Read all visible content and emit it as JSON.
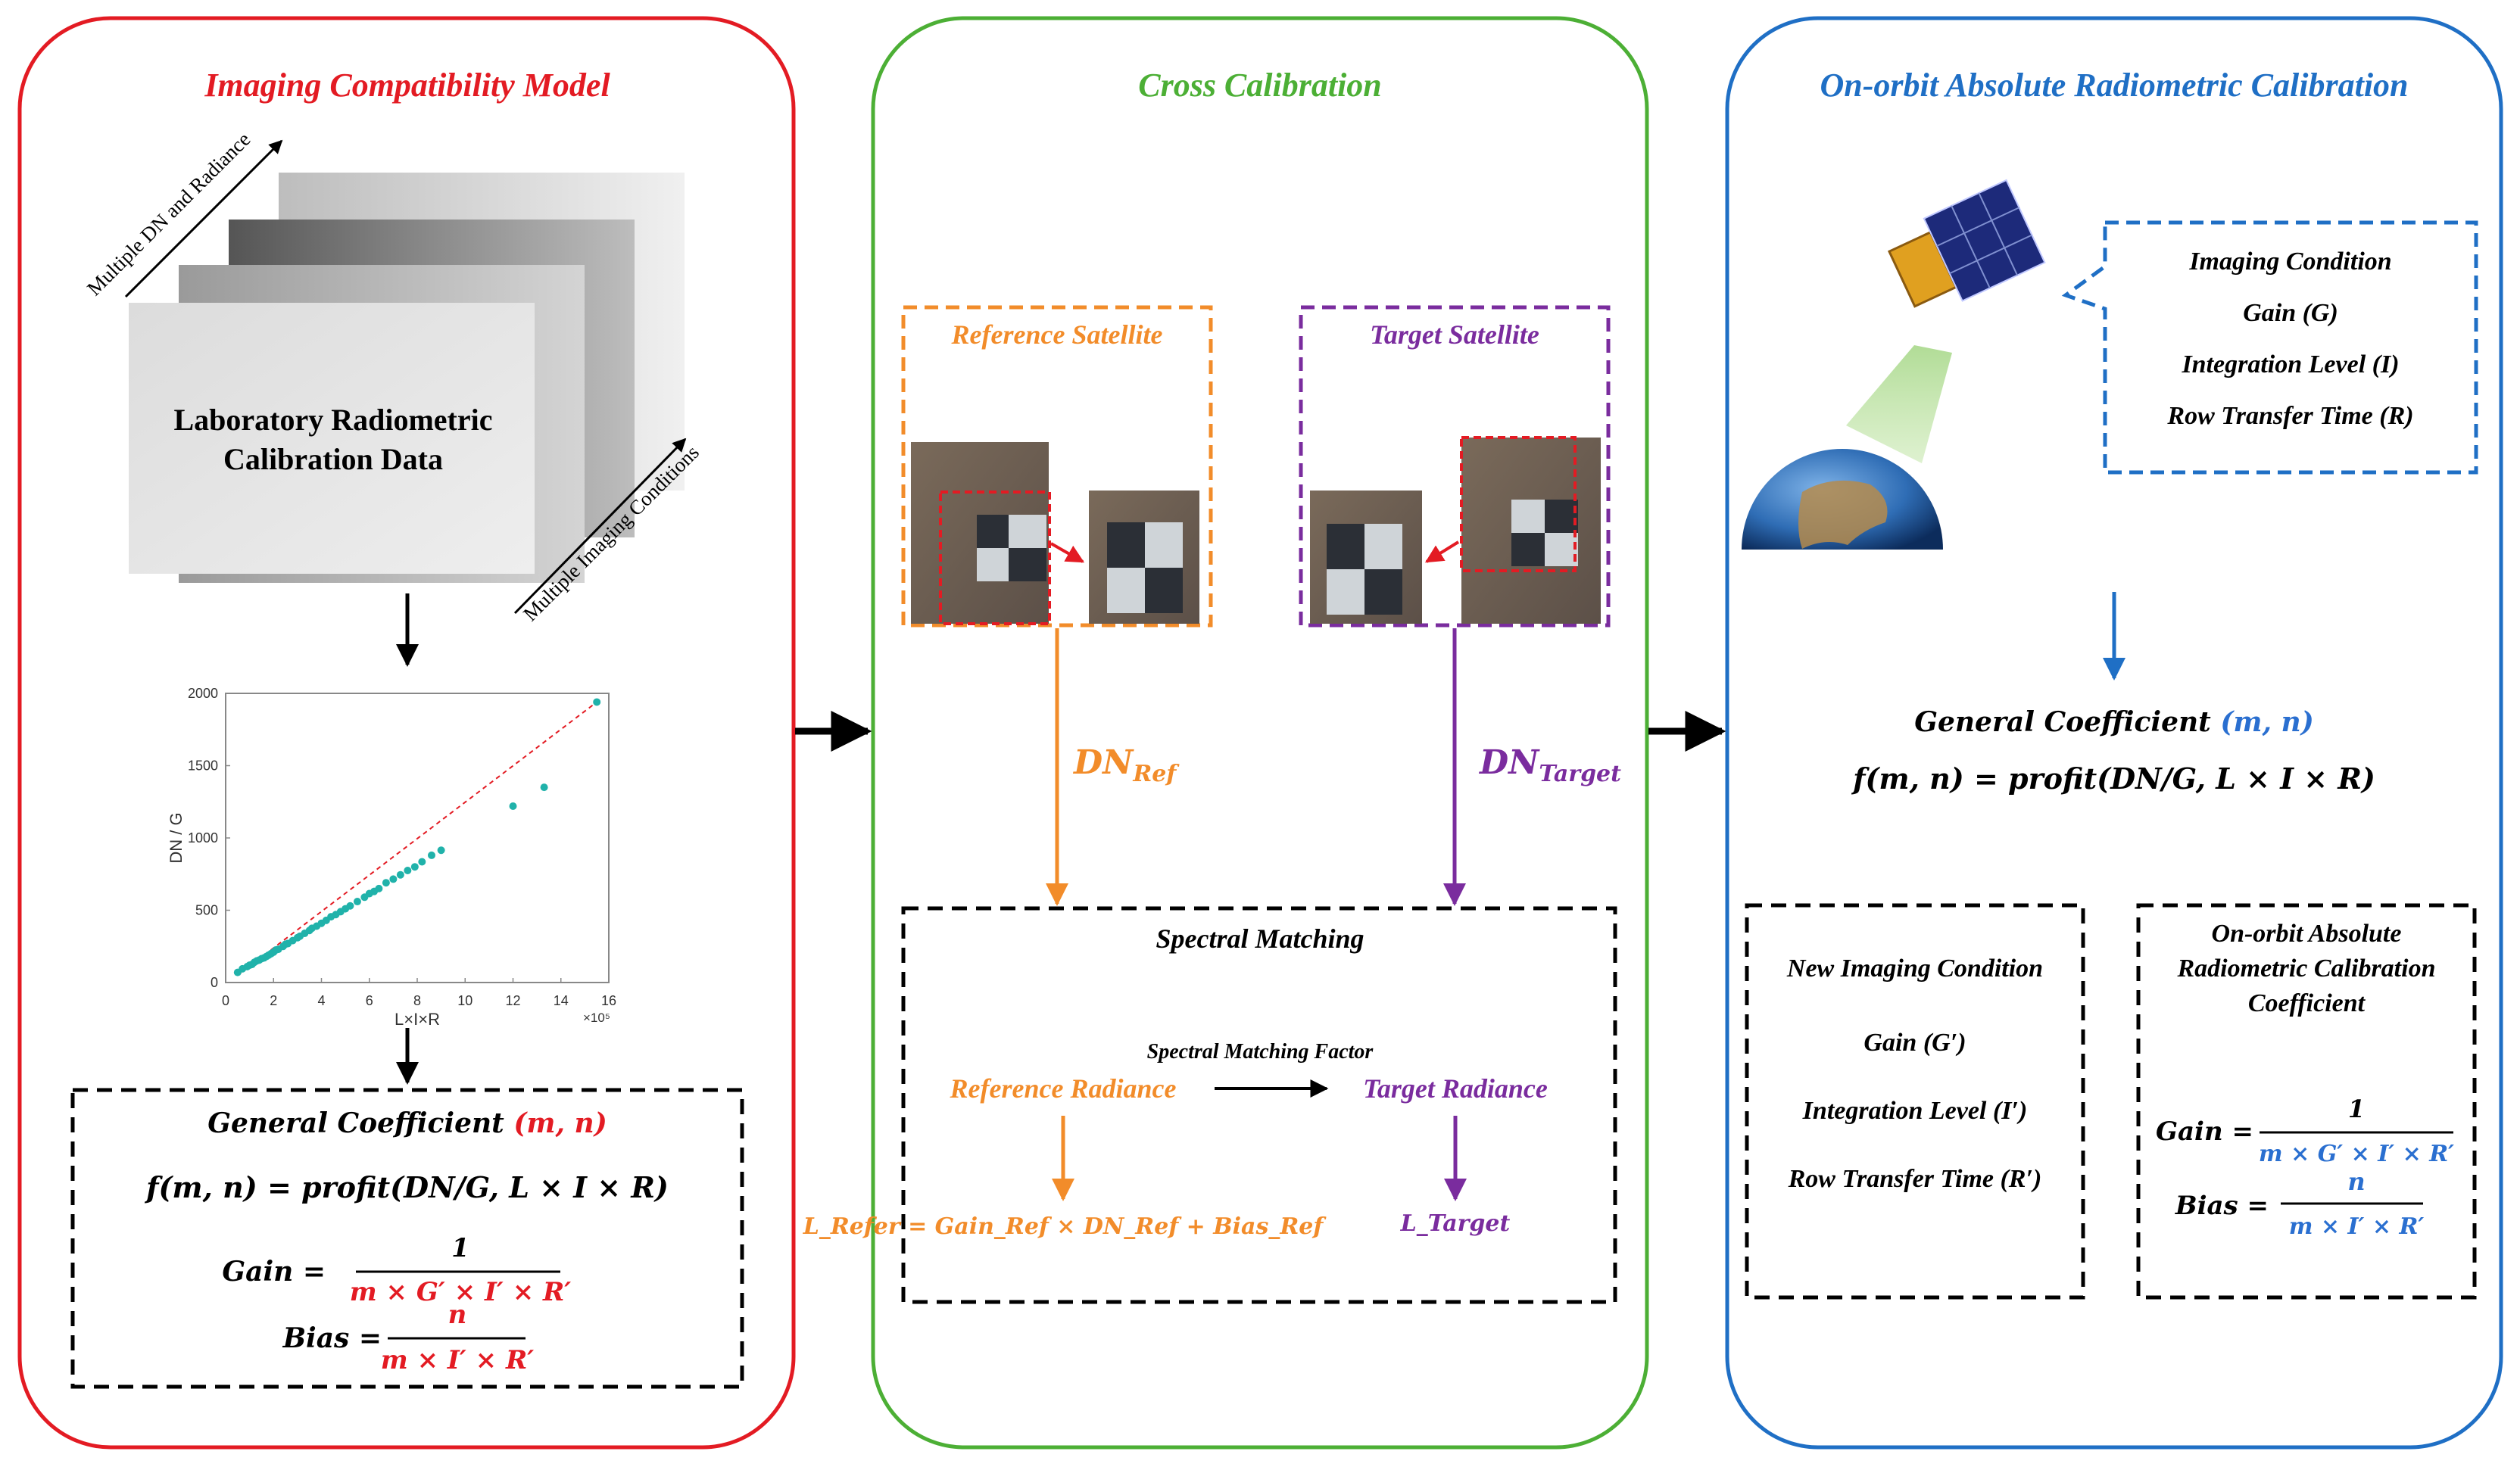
{
  "colors": {
    "left": "#e31b23",
    "mid": "#4caf35",
    "right": "#1f6fc5",
    "orange": "#f28c2a",
    "purple": "#7a2c9e",
    "teal": "#20b2aa",
    "blue_var": "#2a6fd0"
  },
  "panels": {
    "left": {
      "title": "Imaging Compatibility Model",
      "stack_label": "Laboratory Radiometric Calibration Data",
      "stack_label_line1": "Laboratory Radiometric",
      "stack_label_line2": "Calibration Data",
      "axis_label_dn": "Multiple DN and Radiance",
      "axis_label_cond": "Multiple Imaging Conditions",
      "coef_title": "General Coefficient",
      "coef_vars": "(m, n)",
      "coef_formula": "f(m, n) = profit(DN/G, L × I × R)",
      "gain_label": "Gain =",
      "gain_num": "1",
      "gain_den": "m × G′ × I′ × R′",
      "bias_label": "Bias =",
      "bias_num": "n",
      "bias_den": "m × I′ × R′"
    },
    "middle": {
      "title": "Cross Calibration",
      "ref_sat": "Reference Satellite",
      "tgt_sat": "Target Satellite",
      "dn_ref": "DN",
      "dn_ref_sub": "Ref",
      "dn_tgt": "DN",
      "dn_tgt_sub": "Target",
      "spectral_title": "Spectral Matching",
      "smf_label": "Spectral Matching Factor",
      "ref_radiance": "Reference Radiance",
      "tgt_radiance": "Target Radiance",
      "l_refer_formula": "L_Refer = Gain_Ref × DN_Ref + Bias_Ref",
      "l_target": "L_Target"
    },
    "right": {
      "title": "On-orbit Absolute Radiometric Calibration",
      "cond_title": "Imaging Condition",
      "cond_gain": "Gain (G)",
      "cond_int": "Integration Level (I)",
      "cond_row": "Row Transfer Time (R)",
      "coef_title": "General Coefficient",
      "coef_vars": "(m, n)",
      "coef_formula": "f(m, n) = profit(DN/G, L × I × R)",
      "new_title": "New Imaging Condition",
      "new_gain": "Gain (G′)",
      "new_int": "Integration Level (I′)",
      "new_row": "Row Transfer Time (R′)",
      "abs_title_1": "On-orbit Absolute",
      "abs_title_2": "Radiometric Calibration",
      "abs_title_3": "Coefficient",
      "gain_label": "Gain =",
      "gain_num": "1",
      "gain_den": "m × G′ × I′ × R′",
      "bias_label": "Bias =",
      "bias_num": "n",
      "bias_den": "m × I′ × R′"
    }
  },
  "chart_data": {
    "type": "scatter",
    "xlabel": "L×I×R",
    "ylabel": "DN / G",
    "x_exponent_label": "×10⁵",
    "xlim": [
      0,
      16
    ],
    "ylim": [
      0,
      2000
    ],
    "xticks": [
      "0",
      "2",
      "4",
      "6",
      "8",
      "10",
      "12",
      "14",
      "16"
    ],
    "yticks": [
      "0",
      "500",
      "1000",
      "1500",
      "2000"
    ],
    "points": [
      [
        0.5,
        70
      ],
      [
        0.7,
        95
      ],
      [
        0.9,
        110
      ],
      [
        1.0,
        120
      ],
      [
        1.1,
        125
      ],
      [
        1.2,
        140
      ],
      [
        1.3,
        150
      ],
      [
        1.4,
        155
      ],
      [
        1.5,
        165
      ],
      [
        1.6,
        170
      ],
      [
        1.7,
        180
      ],
      [
        1.8,
        190
      ],
      [
        1.9,
        200
      ],
      [
        2.0,
        210
      ],
      [
        2.1,
        225
      ],
      [
        2.2,
        230
      ],
      [
        2.4,
        250
      ],
      [
        2.5,
        265
      ],
      [
        2.6,
        270
      ],
      [
        2.8,
        290
      ],
      [
        3.0,
        310
      ],
      [
        3.1,
        320
      ],
      [
        3.3,
        340
      ],
      [
        3.5,
        360
      ],
      [
        3.6,
        375
      ],
      [
        3.8,
        390
      ],
      [
        4.0,
        410
      ],
      [
        4.2,
        430
      ],
      [
        4.4,
        455
      ],
      [
        4.6,
        470
      ],
      [
        4.8,
        490
      ],
      [
        5.0,
        510
      ],
      [
        5.2,
        530
      ],
      [
        5.5,
        560
      ],
      [
        5.8,
        590
      ],
      [
        6.0,
        615
      ],
      [
        6.2,
        630
      ],
      [
        6.4,
        650
      ],
      [
        6.7,
        690
      ],
      [
        7.0,
        715
      ],
      [
        7.3,
        745
      ],
      [
        7.6,
        775
      ],
      [
        7.9,
        800
      ],
      [
        8.2,
        835
      ],
      [
        8.6,
        880
      ],
      [
        9.0,
        915
      ],
      [
        12.0,
        1220
      ],
      [
        13.3,
        1350
      ],
      [
        15.5,
        1940
      ]
    ],
    "fit_line": [
      [
        0.5,
        50
      ],
      [
        15.5,
        1940
      ]
    ]
  }
}
